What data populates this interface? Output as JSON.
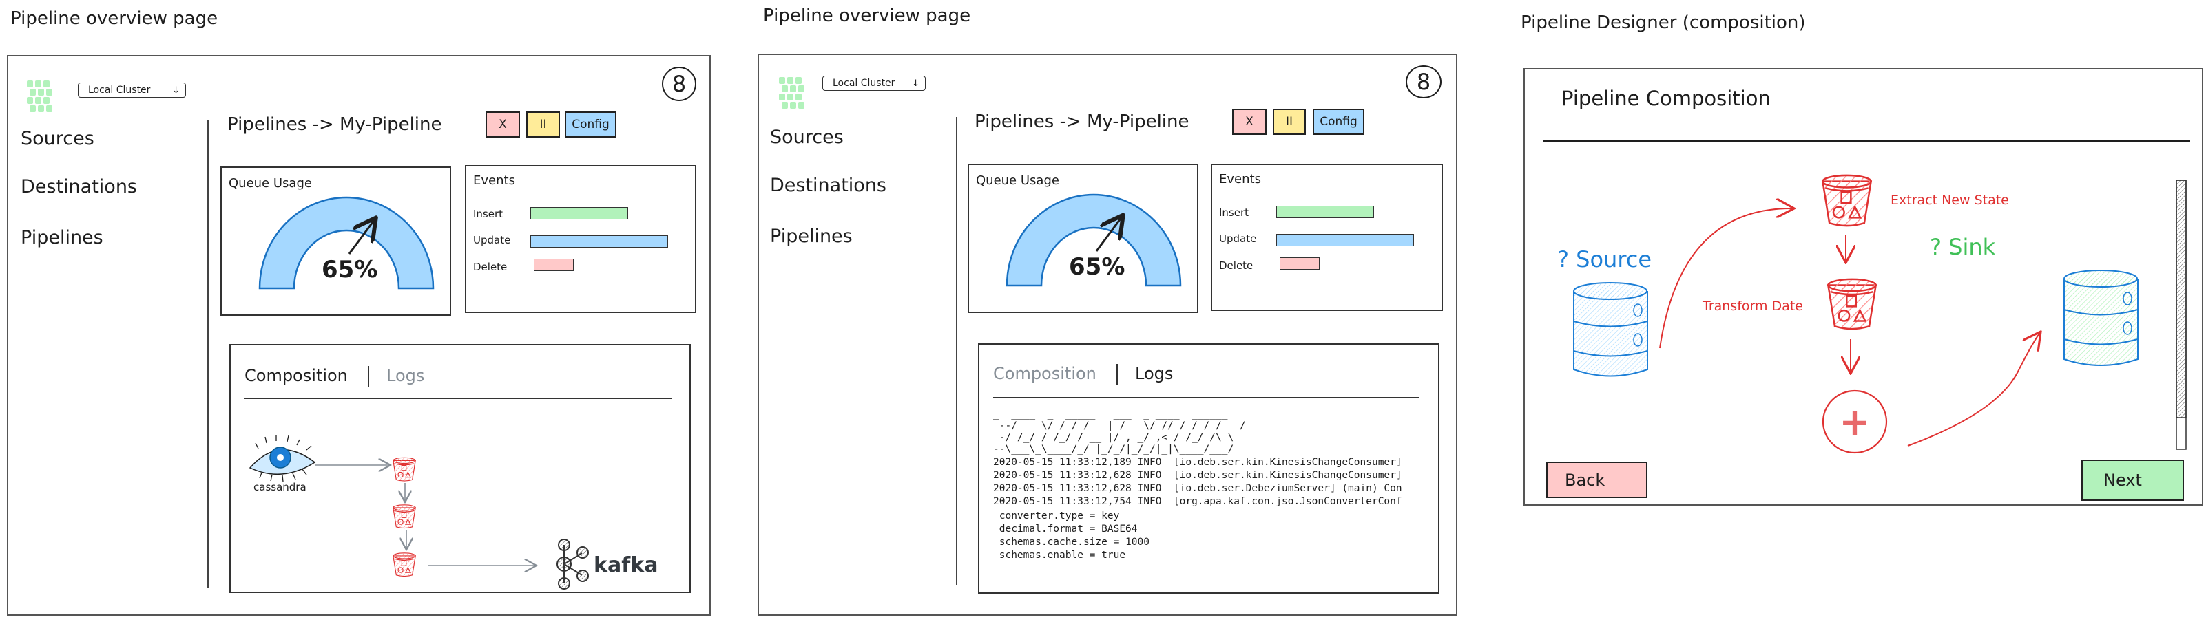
{
  "overview_pages": [
    {
      "page_label": "Pipeline overview page",
      "cluster_dropdown": {
        "value": "Local Cluster",
        "chevron": "↓"
      },
      "avatar_glyph": "8",
      "nav": [
        {
          "label": "Sources"
        },
        {
          "label": "Destinations"
        },
        {
          "label": "Pipelines"
        }
      ],
      "breadcrumb": "Pipelines -> My-Pipeline",
      "actions": {
        "stop": "X",
        "pause": "II",
        "config": "Config"
      },
      "queue_usage": {
        "title": "Queue Usage",
        "value_label": "65%",
        "value": 65
      },
      "events": {
        "title": "Events",
        "rows": [
          {
            "label": "Insert",
            "level": 0.71,
            "color": "#b2f2bb"
          },
          {
            "label": "Update",
            "level": 1.0,
            "color": "#a5d8ff"
          },
          {
            "label": "Delete",
            "level": 0.29,
            "color": "#ffc9c9"
          }
        ]
      },
      "tabs": [
        {
          "label": "Composition",
          "active": true
        },
        {
          "label": "Logs",
          "active": false
        }
      ],
      "composition": {
        "source_label": "cassandra",
        "sink_label": "kafka"
      }
    },
    {
      "page_label": "Pipeline overview page",
      "cluster_dropdown": {
        "value": "Local Cluster",
        "chevron": "↓"
      },
      "avatar_glyph": "8",
      "nav": [
        {
          "label": "Sources"
        },
        {
          "label": "Destinations"
        },
        {
          "label": "Pipelines"
        }
      ],
      "breadcrumb": "Pipelines -> My-Pipeline",
      "actions": {
        "stop": "X",
        "pause": "II",
        "config": "Config"
      },
      "queue_usage": {
        "title": "Queue Usage",
        "value_label": "65%",
        "value": 65
      },
      "events": {
        "title": "Events",
        "rows": [
          {
            "label": "Insert",
            "level": 0.71,
            "color": "#b2f2bb"
          },
          {
            "label": "Update",
            "level": 1.0,
            "color": "#a5d8ff"
          },
          {
            "label": "Delete",
            "level": 0.29,
            "color": "#ffc9c9"
          }
        ]
      },
      "tabs": [
        {
          "label": "Composition",
          "active": false
        },
        {
          "label": "Logs",
          "active": true
        }
      ],
      "logs": {
        "banner": [
          "_  ____  _  _____   ___  _ ____  ______",
          " --/ __ \\/ / / / _ | / _ \\/ //_/ / / / __/",
          " -/ /_/ / /_/ / __ |/ , _/ ,< / /_/ /\\ \\",
          "--\\___\\_\\____/_/ |_/_/|_/_/|_|\\____/___/"
        ],
        "lines": [
          "2020-05-15 11:33:12,189 INFO  [io.deb.ser.kin.KinesisChangeConsumer]",
          "2020-05-15 11:33:12,628 INFO  [io.deb.ser.kin.KinesisChangeConsumer]",
          "2020-05-15 11:33:12,628 INFO  [io.deb.ser.DebeziumServer] (main) Con",
          "2020-05-15 11:33:12,754 INFO  [org.apa.kaf.con.jso.JsonConverterConf",
          " converter.type = key",
          " decimal.format = BASE64",
          " schemas.cache.size = 1000",
          " schemas.enable = true"
        ]
      }
    }
  ],
  "designer": {
    "page_label": "Pipeline Designer (composition)",
    "title": "Pipeline Composition",
    "source_label": "? Source",
    "sink_label": "? Sink",
    "steps": [
      {
        "label": "Extract New State"
      },
      {
        "label": "Transform Date"
      }
    ],
    "add_step_glyph": "+",
    "back": "Back",
    "next": "Next",
    "colors": {
      "source": "#1c7ed6",
      "sink": "#40c057",
      "steps": "#e03131",
      "back": "#ffc9c9",
      "next": "#b2f2bb"
    }
  }
}
